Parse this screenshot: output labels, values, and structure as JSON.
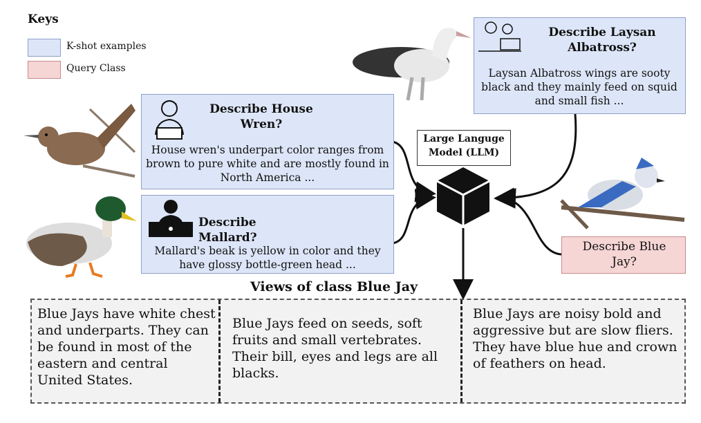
{
  "keys": {
    "title": "Keys",
    "items": [
      {
        "label": "K-shot examples",
        "color": "#dde6f8"
      },
      {
        "label": "Query Class",
        "color": "#f6d5d5"
      }
    ]
  },
  "examples": [
    {
      "title": "Describe House Wren?",
      "body": "House wren's underpart color ranges from brown to pure white and are mostly found in North America ..."
    },
    {
      "title": "Describe Mallard?",
      "body": "Mallard's beak is yellow in color and they have glossy bottle-green head ..."
    },
    {
      "title": "Describe Laysan Albatross?",
      "body": "Laysan Albatross wings are sooty black and they mainly feed on squid and small fish ..."
    }
  ],
  "query": {
    "title": "Describe Blue Jay?"
  },
  "llm": {
    "label": "Large Languge Model (LLM)"
  },
  "views": {
    "title": "Views of class Blue Jay",
    "items": [
      "Blue Jays have white chest and underparts. They can be found in most of the eastern and central United States.",
      "Blue Jays feed on seeds, soft fruits and small vertebrates. Their bill, eyes and legs are all blacks.",
      "Blue Jays are noisy bold and aggressive but are slow fliers. They have blue hue and crown of feathers on head."
    ]
  },
  "colors": {
    "kshot": "#dde6f8",
    "query": "#f6d5d5",
    "views": "#f2f2f2"
  }
}
